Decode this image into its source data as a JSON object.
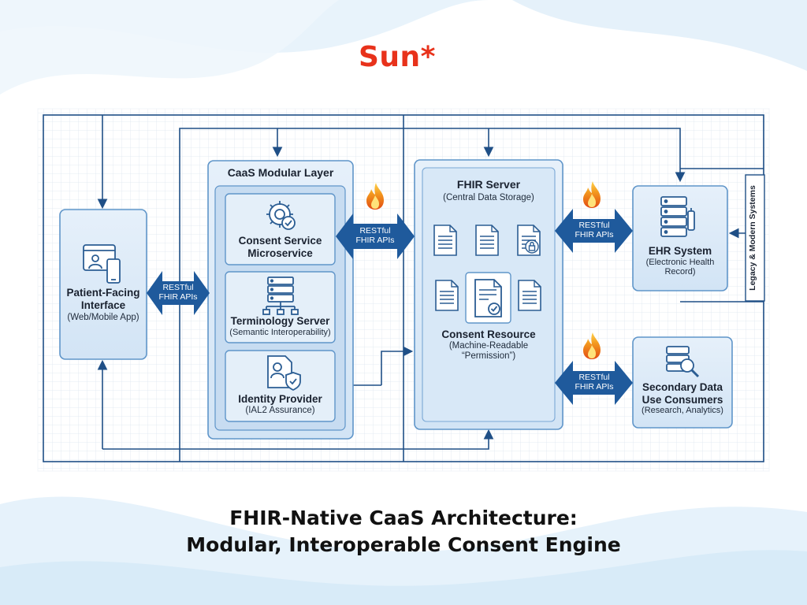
{
  "brand": {
    "logo_text": "Sun*"
  },
  "caption": {
    "line1": "FHIR-Native CaaS Architecture:",
    "line2": "Modular, Interoperable Consent Engine"
  },
  "patient_interface": {
    "title_line1": "Patient-Facing",
    "title_line2": "Interface",
    "subtitle": "(Web/Mobile App)"
  },
  "caas_layer": {
    "title": "CaaS Modular Layer",
    "consent_service": {
      "title_line1": "Consent Service",
      "title_line2": "Microservice"
    },
    "terminology_server": {
      "title": "Terminology Server",
      "subtitle": "(Semantic Interoperability)"
    },
    "identity_provider": {
      "title": "Identity Provider",
      "subtitle": "(IAL2 Assurance)"
    }
  },
  "fhir_server": {
    "title": "FHIR Server",
    "subtitle": "(Central Data Storage)",
    "consent_resource": {
      "title": "Consent Resource",
      "subtitle_line1": "(Machine-Readable",
      "subtitle_line2": "“Permission”)"
    }
  },
  "ehr_system": {
    "title": "EHR System",
    "subtitle_line1": "(Electronic Health",
    "subtitle_line2": "Record)"
  },
  "secondary_consumers": {
    "title_line1": "Secondary Data",
    "title_line2": "Use Consumers",
    "subtitle": "(Research, Analytics)"
  },
  "legacy_label": "Legacy & Modern Systems",
  "api_arrows": {
    "patient_caas": {
      "line1": "RESTful",
      "line2": "FHIR APIs"
    },
    "caas_fhir": {
      "line1": "RESTful",
      "line2": "FHIR APIs"
    },
    "fhir_ehr": {
      "line1": "RESTful",
      "line2": "FHIR APIs"
    },
    "fhir_secondary": {
      "line1": "RESTful",
      "line2": "FHIR APIs"
    }
  },
  "colors": {
    "brand": "#e8321b",
    "panel_fill": "#dbe9f7",
    "panel_stroke": "#5f95c9",
    "arrow_fill": "#1f5a9c",
    "line": "#1f4f86"
  },
  "icons": [
    "browser-phone-icon",
    "gear-check-icon",
    "server-network-icon",
    "id-badge-shield-icon",
    "document-icon",
    "document-check-icon",
    "flame-icon",
    "server-rack-icon",
    "database-search-icon"
  ]
}
